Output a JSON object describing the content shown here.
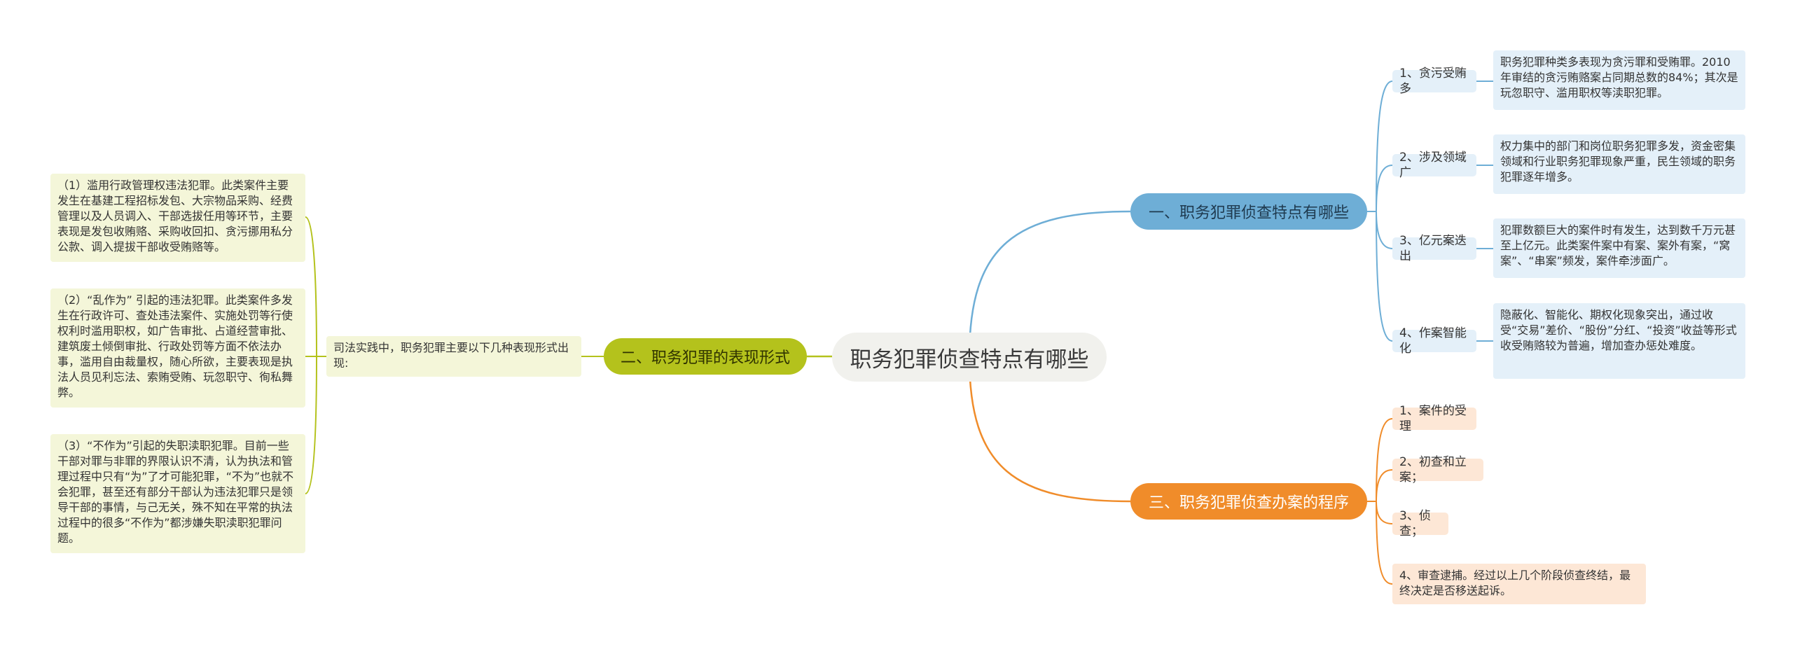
{
  "root": "职务犯罪侦查特点有哪些",
  "branch1": {
    "title": "一、职务犯罪侦查特点有哪些",
    "items": [
      {
        "label": "1、贪污受贿多",
        "detail": "职务犯罪种类多表现为贪污罪和受贿罪。2010年审结的贪污贿赂案占同期总数的84%；其次是玩忽职守、滥用职权等渎职犯罪。"
      },
      {
        "label": "2、涉及领域广",
        "detail": "权力集中的部门和岗位职务犯罪多发，资金密集领域和行业职务犯罪现象严重，民生领域的职务犯罪逐年增多。"
      },
      {
        "label": "3、亿元案迭出",
        "detail": "犯罪数额巨大的案件时有发生，达到数千万元甚至上亿元。此类案件案中有案、案外有案，“窝案”、“串案”频发，案件牵涉面广。"
      },
      {
        "label": "4、作案智能化",
        "detail": "隐蔽化、智能化、期权化现象突出，通过收受“交易”差价、“股份”分红、“投资”收益等形式收受贿赂较为普遍，增加查办惩处难度。"
      }
    ]
  },
  "branch2": {
    "title": "二、职务犯罪的表现形式",
    "intro": "司法实践中，职务犯罪主要以下几种表现形式出现:",
    "items": [
      "（1）滥用行政管理权违法犯罪。此类案件主要发生在基建工程招标发包、大宗物品采购、经费管理以及人员调入、干部选拔任用等环节，主要表现是发包收贿赂、采购收回扣、贪污挪用私分公款、调入提拔干部收受贿赂等。",
      "（2）“乱作为” 引起的违法犯罪。此类案件多发生在行政许可、查处违法案件、实施处罚等行使权利时滥用职权，如广告审批、占道经营审批、建筑废土倾倒审批、行政处罚等方面不依法办事，滥用自由裁量权，随心所欲，主要表现是执法人员见利忘法、索贿受贿、玩忽职守、徇私舞弊。",
      "（3）“不作为”引起的失职渎职犯罪。目前一些干部对罪与非罪的界限认识不清，认为执法和管理过程中只有“为”了才可能犯罪，“不为”也就不会犯罪，甚至还有部分干部认为违法犯罪只是领导干部的事情，与己无关，殊不知在平常的执法过程中的很多“不作为”都涉嫌失职渎职犯罪问题。"
    ]
  },
  "branch3": {
    "title": "三、职务犯罪侦查办案的程序",
    "items": [
      "1、案件的受理",
      "2、初查和立案；",
      "3、侦查；",
      "4、审查逮捕。经过以上几个阶段侦查终结，最终决定是否移送起诉。"
    ]
  },
  "colors": {
    "blue": "#6eaed6",
    "olive": "#b4c21c",
    "orange": "#f08c2a"
  }
}
